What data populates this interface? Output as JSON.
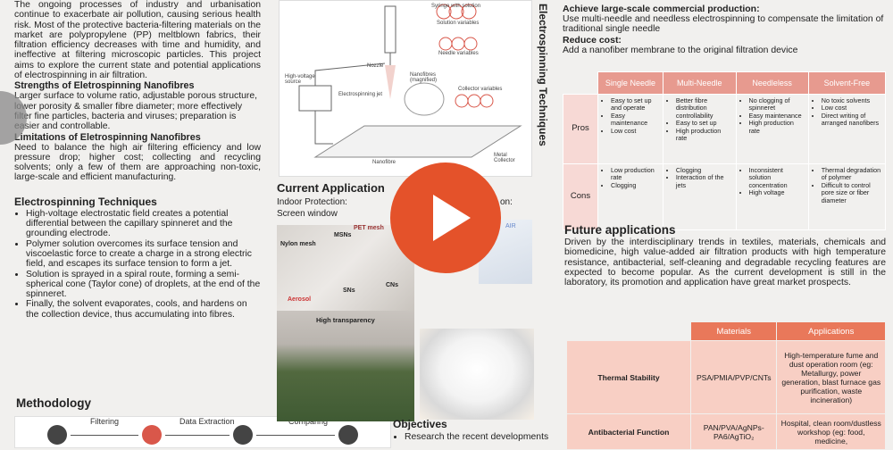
{
  "left": {
    "intro": "The ongoing processes of industry and urbanisation continue to exacerbate air pollution, causing serious health risk. Most of the protective bacteria-filtering materials on the market are polypropylene (PP) meltblown fabrics, their filtration efficiency decreases with time and humidity, and ineffective at filtering microscopic particles. This project aims to explore the current state and potential applications of electrospinning in air filtration.",
    "strengths_heading": "Strengths of Eletrospinning Nanofibres",
    "strengths_text": "Larger surface to volume ratio, adjustable porous structure, lower porosity & smaller fibre diameter; more effectively filter fine particles, bacteria and viruses; preparation is easier and controllable.",
    "limitations_heading": "Limitations of Eletrospinning Nanofibres",
    "limitations_text": "Need to balance the high air filtering efficiency and low pressure drop; higher cost; collecting and recycling solvents; only a few of them are approaching non-toxic, large-scale and efficient manufacturing.",
    "techniques_heading": "Electrospinning Techniques",
    "techniques": [
      "High-voltage electrostatic field creates a potential differential between the capillary spinneret and the grounding electrode.",
      "Polymer solution overcomes its surface tension and viscoelastic force to create a charge in a strong electric field, and escapes its surface tension to form a jet.",
      "Solution is sprayed in a spiral route, forming a semi-spherical cone (Taylor cone) of droplets, at the end of the spinneret.",
      "Finally, the solvent evaporates, cools, and hardens on the collection device, thus accumulating into fibres."
    ],
    "methodology_heading": "Methodology",
    "flow_labels": [
      "Filtering",
      "Data Extraction",
      "Comparing"
    ]
  },
  "diagram": {
    "syringe": "Syringe with solution",
    "solution_vars": "Solution variables",
    "needle_vars": "Needle variables",
    "collector_vars": "Collector variables",
    "hv_source": "High-voltage source",
    "nozzle": "Nozzle",
    "jet": "Electrospinning jet",
    "nanofibres_mag": "Nanofibres (magnified)",
    "nanofibre": "Nanofibre",
    "metal_collector": "Metal Collector"
  },
  "middle": {
    "current_heading": "Current Application",
    "indoor": "Indoor Protection:",
    "screen": "Screen window",
    "outdoor_partial": "on:",
    "img_labels": {
      "pet": "PET mesh",
      "nylon": "Nylon mesh",
      "msn": "MSNs",
      "sns": "SNs",
      "cns": "CNs",
      "aerosol": "Aerosol",
      "transparency": "High transparency",
      "air": "AIR"
    },
    "objectives_heading": "Objectives",
    "objectives_item": "Research the recent developments"
  },
  "vertical_title": "Electrospinning Techniques",
  "right": {
    "goal1_heading": "Achieve large-scale commercial production:",
    "goal1_text": "Use multi-needle and needless electrospinning to compensate the limitation of traditional single needle",
    "goal2_heading": "Reduce cost:",
    "goal2_text": "Add a nanofiber membrane to the original filtration device",
    "compare": {
      "headers": [
        "Single Needle",
        "Multi-Needle",
        "Needleless",
        "Solvent-Free"
      ],
      "pros_label": "Pros",
      "cons_label": "Cons",
      "pros": [
        [
          "Easy to set up and operate",
          "Easy maintenance",
          "Low cost"
        ],
        [
          "Better fibre distribution controllability",
          "Easy to set up",
          "High production rate"
        ],
        [
          "No clogging of spinneret",
          "Easy maintenance",
          "High production rate"
        ],
        [
          "No toxic solvents",
          "Low cost",
          "Direct writing of arranged nanofibers"
        ]
      ],
      "cons": [
        [
          "Low production rate",
          "Clogging"
        ],
        [
          "Clogging",
          "Interaction of the jets"
        ],
        [
          "Inconsistent solution concentration",
          "High voltage"
        ],
        [
          "Thermal degradation of polymer",
          "Difficult to control pore size or fiber diameter"
        ]
      ]
    },
    "future_heading": "Future applications",
    "future_text": "Driven by the interdisciplinary trends in textiles, materials, chemicals and biomedicine, high value-added air filtration products with high temperature resistance, antibacterial, self-cleaning and degradable recycling features are expected to become popular. As the current development is still in the laboratory, its promotion and application have great market prospects.",
    "future_table": {
      "headers": [
        "Materials",
        "Applications"
      ],
      "rows": [
        {
          "property": "Thermal Stability",
          "materials": "PSA/PMIA/PVP/CNTs",
          "applications": "High-temperature fume and dust operation room (eg: Metallurgy, power generation, blast furnace gas purification, waste incineration)"
        },
        {
          "property": "Antibacterial Function",
          "materials": "PAN/PVA/AgNPs-PA6/AgTiO₂",
          "applications": "Hospital, clean room/dustless workshop (eg: food, medicine,"
        }
      ]
    }
  }
}
